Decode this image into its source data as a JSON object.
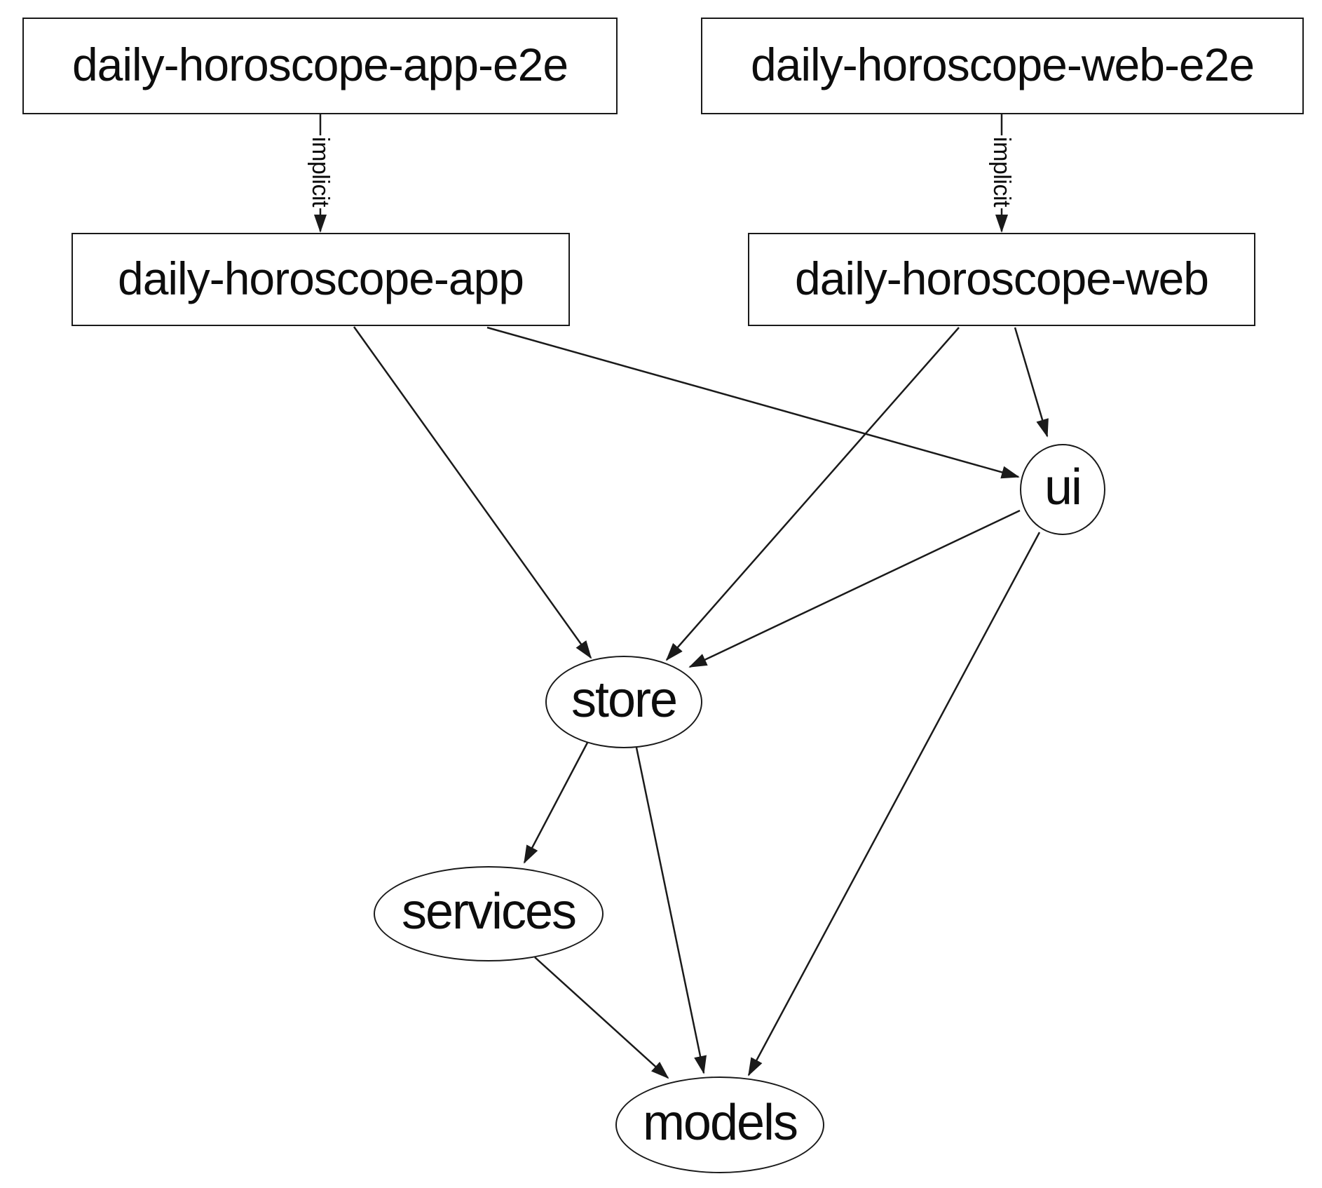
{
  "diagram": {
    "type": "dependency-graph",
    "colors": {
      "background": "#ffffff",
      "stroke": "#1a1a1a",
      "text": "#0d0d0d"
    },
    "nodes": [
      {
        "id": "daily-horoscope-app-e2e",
        "label": "daily-horoscope-app-e2e",
        "shape": "box"
      },
      {
        "id": "daily-horoscope-web-e2e",
        "label": "daily-horoscope-web-e2e",
        "shape": "box"
      },
      {
        "id": "daily-horoscope-app",
        "label": "daily-horoscope-app",
        "shape": "box"
      },
      {
        "id": "daily-horoscope-web",
        "label": "daily-horoscope-web",
        "shape": "box"
      },
      {
        "id": "ui",
        "label": "ui",
        "shape": "ellipse"
      },
      {
        "id": "store",
        "label": "store",
        "shape": "ellipse"
      },
      {
        "id": "services",
        "label": "services",
        "shape": "ellipse"
      },
      {
        "id": "models",
        "label": "models",
        "shape": "ellipse"
      }
    ],
    "edges": [
      {
        "from": "daily-horoscope-app-e2e",
        "to": "daily-horoscope-app",
        "label": "implicit"
      },
      {
        "from": "daily-horoscope-web-e2e",
        "to": "daily-horoscope-web",
        "label": "implicit"
      },
      {
        "from": "daily-horoscope-app",
        "to": "store",
        "label": ""
      },
      {
        "from": "daily-horoscope-app",
        "to": "ui",
        "label": ""
      },
      {
        "from": "daily-horoscope-web",
        "to": "store",
        "label": ""
      },
      {
        "from": "daily-horoscope-web",
        "to": "ui",
        "label": ""
      },
      {
        "from": "ui",
        "to": "store",
        "label": ""
      },
      {
        "from": "ui",
        "to": "models",
        "label": ""
      },
      {
        "from": "store",
        "to": "services",
        "label": ""
      },
      {
        "from": "store",
        "to": "models",
        "label": ""
      },
      {
        "from": "services",
        "to": "models",
        "label": ""
      }
    ]
  }
}
